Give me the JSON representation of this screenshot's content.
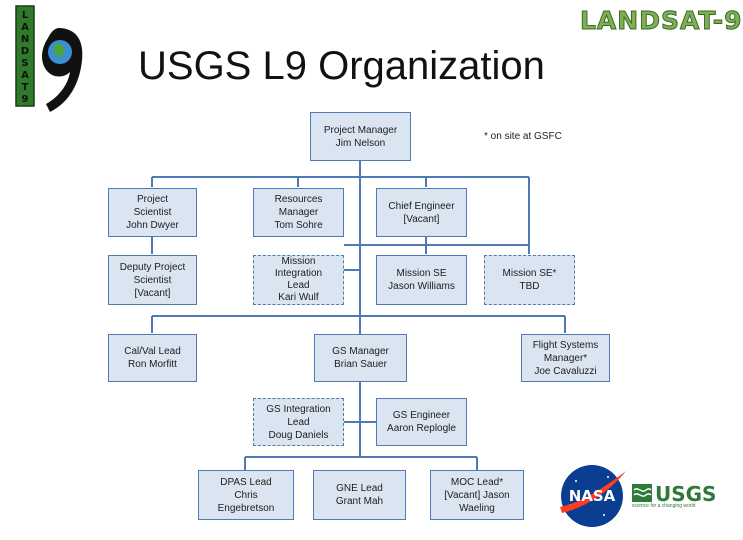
{
  "slide": {
    "title": "USGS L9 Organization",
    "brand": "LANDSAT-9",
    "note": "* on site at GSFC",
    "logo_left": {
      "letters": "LANDSAT",
      "digit": "9"
    },
    "nasa_label": "NASA",
    "usgs_label": "USGS",
    "usgs_tagline": "science for a changing world"
  },
  "colors": {
    "box_fill": "#dbe5f1",
    "box_border": "#4f7ab3",
    "line": "#4f7ab3",
    "brand_green": "#7fae5a"
  },
  "org": {
    "project_manager": {
      "line1": "Project Manager",
      "line2": "Jim Nelson"
    },
    "project_scientist": {
      "line1": "Project",
      "line2": "Scientist",
      "line3": "John Dwyer"
    },
    "resources_manager": {
      "line1": "Resources",
      "line2": "Manager",
      "line3": "Tom Sohre"
    },
    "chief_engineer": {
      "line1": "Chief Engineer",
      "line2": "[Vacant]"
    },
    "deputy_project_scientist": {
      "line1": "Deputy Project",
      "line2": "Scientist",
      "line3": "[Vacant]"
    },
    "mission_integration_lead": {
      "line1": "Mission",
      "line2": "Integration",
      "line3": "Lead",
      "line4": "Kari Wulf"
    },
    "mission_se_1": {
      "line1": "Mission SE",
      "line2": "Jason Williams"
    },
    "mission_se_2": {
      "line1": "Mission SE*",
      "line2": "TBD"
    },
    "calval_lead": {
      "line1": "Cal/Val Lead",
      "line2": "Ron Morfitt"
    },
    "gs_manager": {
      "line1": "GS Manager",
      "line2": "Brian Sauer"
    },
    "flight_systems_manager": {
      "line1": "Flight Systems",
      "line2": "Manager*",
      "line3": "Joe Cavaluzzi"
    },
    "gs_integration_lead": {
      "line1": "GS Integration",
      "line2": "Lead",
      "line3": "Doug Daniels"
    },
    "gs_engineer": {
      "line1": "GS Engineer",
      "line2": "Aaron Replogle"
    },
    "dpas_lead": {
      "line1": "DPAS Lead",
      "line2": "Chris",
      "line3": "Engebretson"
    },
    "gne_lead": {
      "line1": "GNE Lead",
      "line2": "Grant Mah"
    },
    "moc_lead": {
      "line1": "MOC Lead*",
      "line2": "[Vacant] Jason",
      "line3": "Waeling"
    }
  }
}
